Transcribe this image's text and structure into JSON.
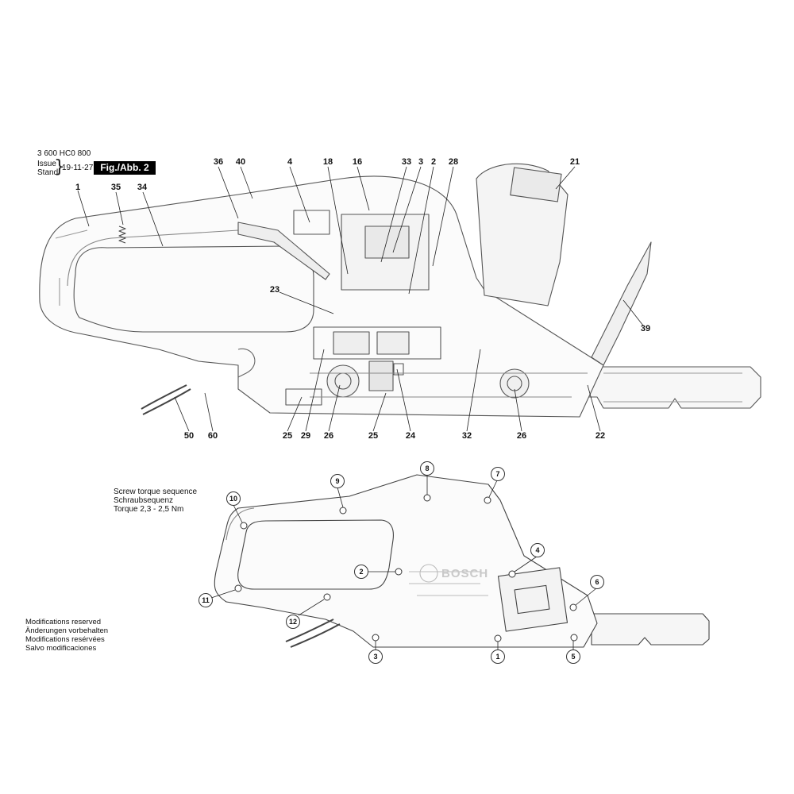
{
  "header": {
    "part_number": "3 600 HC0 800",
    "issue_label": "Issue",
    "stand_label": "Stand",
    "date": "19-11-27",
    "figure_label": "Fig./Abb. 2"
  },
  "top_diagram": {
    "callouts": [
      "36",
      "40",
      "4",
      "18",
      "16",
      "33",
      "3",
      "2",
      "28",
      "21",
      "1",
      "35",
      "34",
      "23",
      "39",
      "50",
      "60",
      "25",
      "29",
      "26",
      "25",
      "24",
      "32",
      "26",
      "22"
    ]
  },
  "torque_note": {
    "line1": "Screw torque sequence",
    "line2": "Schraubsequenz",
    "line3": "Torque 2,3 - 2,5 Nm"
  },
  "bottom_diagram": {
    "screws": [
      "8",
      "9",
      "7",
      "10",
      "4",
      "2",
      "6",
      "11",
      "12",
      "3",
      "1",
      "5"
    ],
    "logo": "BOSCH"
  },
  "modifications": [
    "Modifications reserved",
    "Änderungen vorbehalten",
    "Modifications resérvées",
    "Salvo modificaciones"
  ]
}
